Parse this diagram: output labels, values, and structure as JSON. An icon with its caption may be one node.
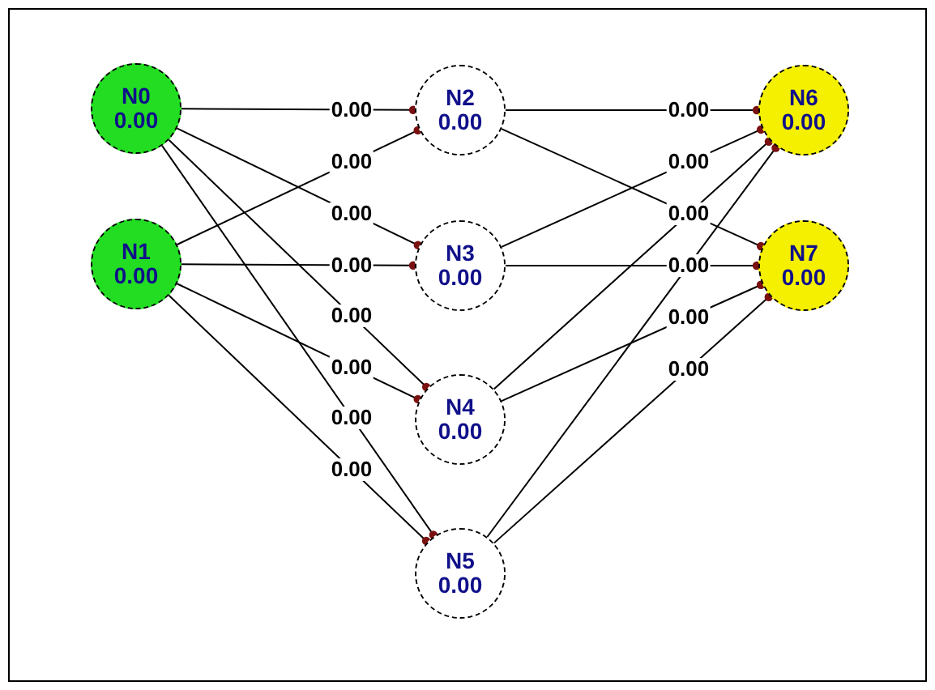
{
  "diagram": {
    "nodes": [
      {
        "text": [
          "N0",
          "0.00"
        ]
      },
      {
        "text": [
          "N1",
          "0.00"
        ]
      },
      {
        "text": [
          "N2",
          "0.00"
        ]
      },
      {
        "text": [
          "N3",
          "0.00"
        ]
      },
      {
        "text": [
          "N4",
          "0.00"
        ]
      },
      {
        "text": [
          "N5",
          "0.00"
        ]
      },
      {
        "text": [
          "N6",
          "0.00"
        ]
      },
      {
        "text": [
          "N7",
          "0.00"
        ]
      }
    ],
    "edges": [
      {
        "from": 0,
        "to": 2,
        "arrow": "other",
        "label": "0.00"
      },
      {
        "from": 1,
        "to": 2,
        "arrow": "other",
        "label": "0.00"
      },
      {
        "from": 0,
        "to": 3,
        "arrow": "other",
        "label": "0.00"
      },
      {
        "from": 1,
        "to": 3,
        "arrow": "other",
        "label": "0.00"
      },
      {
        "from": 0,
        "to": 4,
        "arrow": "other",
        "label": "0.00"
      },
      {
        "from": 1,
        "to": 4,
        "arrow": "other",
        "label": "0.00"
      },
      {
        "from": 0,
        "to": 5,
        "arrow": "other",
        "label": "0.00"
      },
      {
        "from": 1,
        "to": 5,
        "arrow": "other",
        "label": "0.00"
      },
      {
        "from": 2,
        "to": 6,
        "arrow": "other",
        "label": "0.00"
      },
      {
        "from": 3,
        "to": 6,
        "arrow": "other",
        "label": "0.00"
      },
      {
        "from": 2,
        "to": 7,
        "arrow": "other",
        "label": "0.00"
      },
      {
        "from": 3,
        "to": 7,
        "arrow": "other",
        "label": "0.00"
      },
      {
        "from": 4,
        "to": 7,
        "arrow": "other",
        "label": "0.00"
      },
      {
        "from": 5,
        "to": 7,
        "arrow": "other",
        "label": "0.00"
      },
      {
        "from": 4,
        "to": 6,
        "arrow": "other"
      },
      {
        "from": 5,
        "to": 6,
        "arrow": "other"
      }
    ]
  }
}
